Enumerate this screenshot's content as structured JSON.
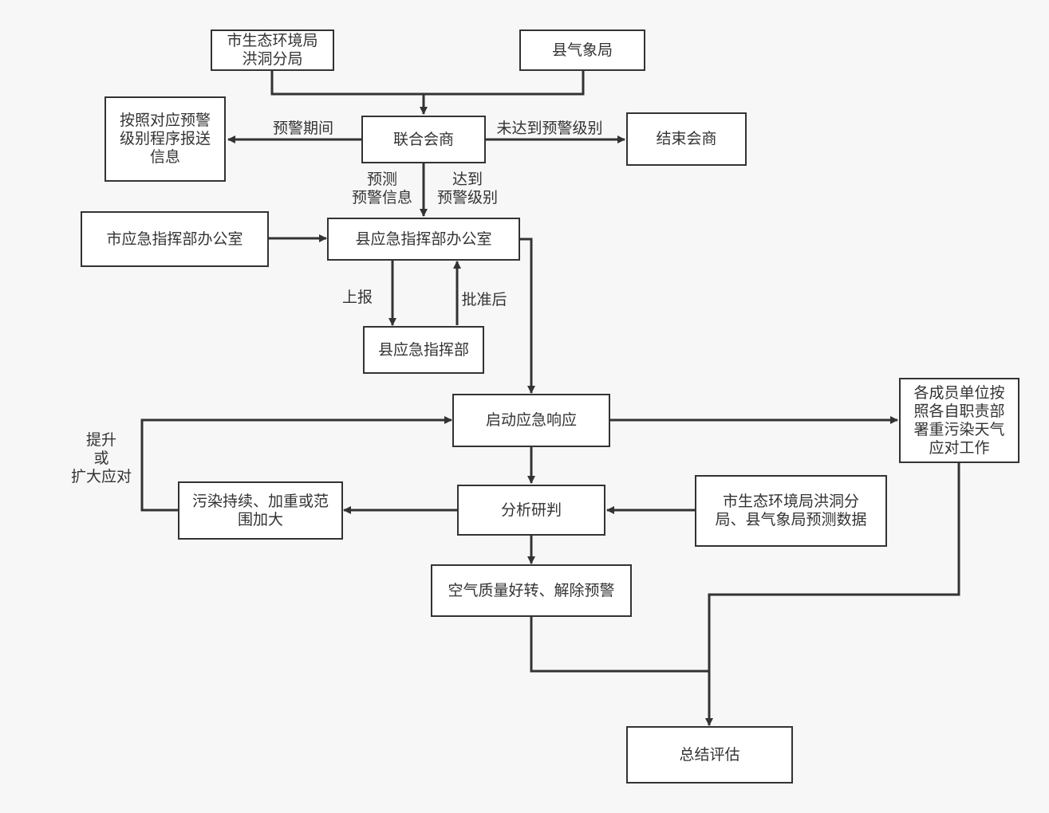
{
  "colors": {
    "stroke": "#333333",
    "box_fill": "#ffffff",
    "background": "#f7f7f7"
  },
  "nodes": {
    "city_env_bureau": "市生态环境局\n洪洞分局",
    "county_weather": "县气象局",
    "joint_consult": "联合会商",
    "send_info": "按照对应预警\n级别程序报送\n信息",
    "end_consult": "结束会商",
    "city_emergency_office": "市应急指挥部办公室",
    "county_emergency_office": "县应急指挥部办公室",
    "county_emergency_hq": "县应急指挥部",
    "start_response": "启动应急响应",
    "member_units": "各成员单位按\n照各自职责部\n署重污染天气\n应对工作",
    "pollution_continues": "污染持续、加重或范\n围加大",
    "analysis": "分析研判",
    "forecast_data": "市生态环境局洪洞分\n局、县气象局预测数据",
    "air_improves": "空气质量好转、解除预警",
    "summary": "总结评估"
  },
  "edge_labels": {
    "warning_period": "预警期间",
    "not_reach_level": "未达到预警级别",
    "forecast_info": "预测\n预警信息",
    "reach_level": "达到\n预警级别",
    "report_up": "上报",
    "after_approval": "批准后",
    "escalate": "提升\n或\n扩大应对"
  }
}
